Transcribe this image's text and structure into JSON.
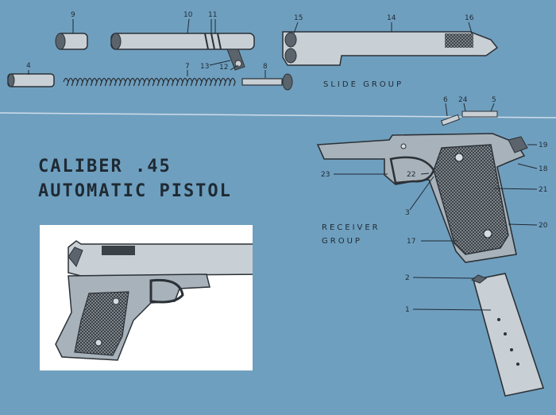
{
  "title_lines": [
    "CALIBER .45",
    "AUTOMATIC PISTOL"
  ],
  "groups": {
    "slide": "SLIDE GROUP",
    "receiver": [
      "RECEIVER",
      "GROUP"
    ]
  },
  "callouts": {
    "c1": "1",
    "c2": "2",
    "c3": "3",
    "c4": "4",
    "c5": "5",
    "c6": "6",
    "c7": "7",
    "c8": "8",
    "c9": "9",
    "c10": "10",
    "c11": "11",
    "c12": "12",
    "c13": "13",
    "c14": "14",
    "c15": "15",
    "c16": "16",
    "c17": "17",
    "c18": "18",
    "c19": "19",
    "c20": "20",
    "c21": "21",
    "c22": "22",
    "c23": "23",
    "c24": "24"
  },
  "colors": {
    "background": "#6f9fbf",
    "ink": "#1f2a33",
    "metal_light": "#d6dde2",
    "metal_mid": "#a8b2ba",
    "metal_dark": "#5b646c",
    "photo_bg": "#ffffff"
  }
}
